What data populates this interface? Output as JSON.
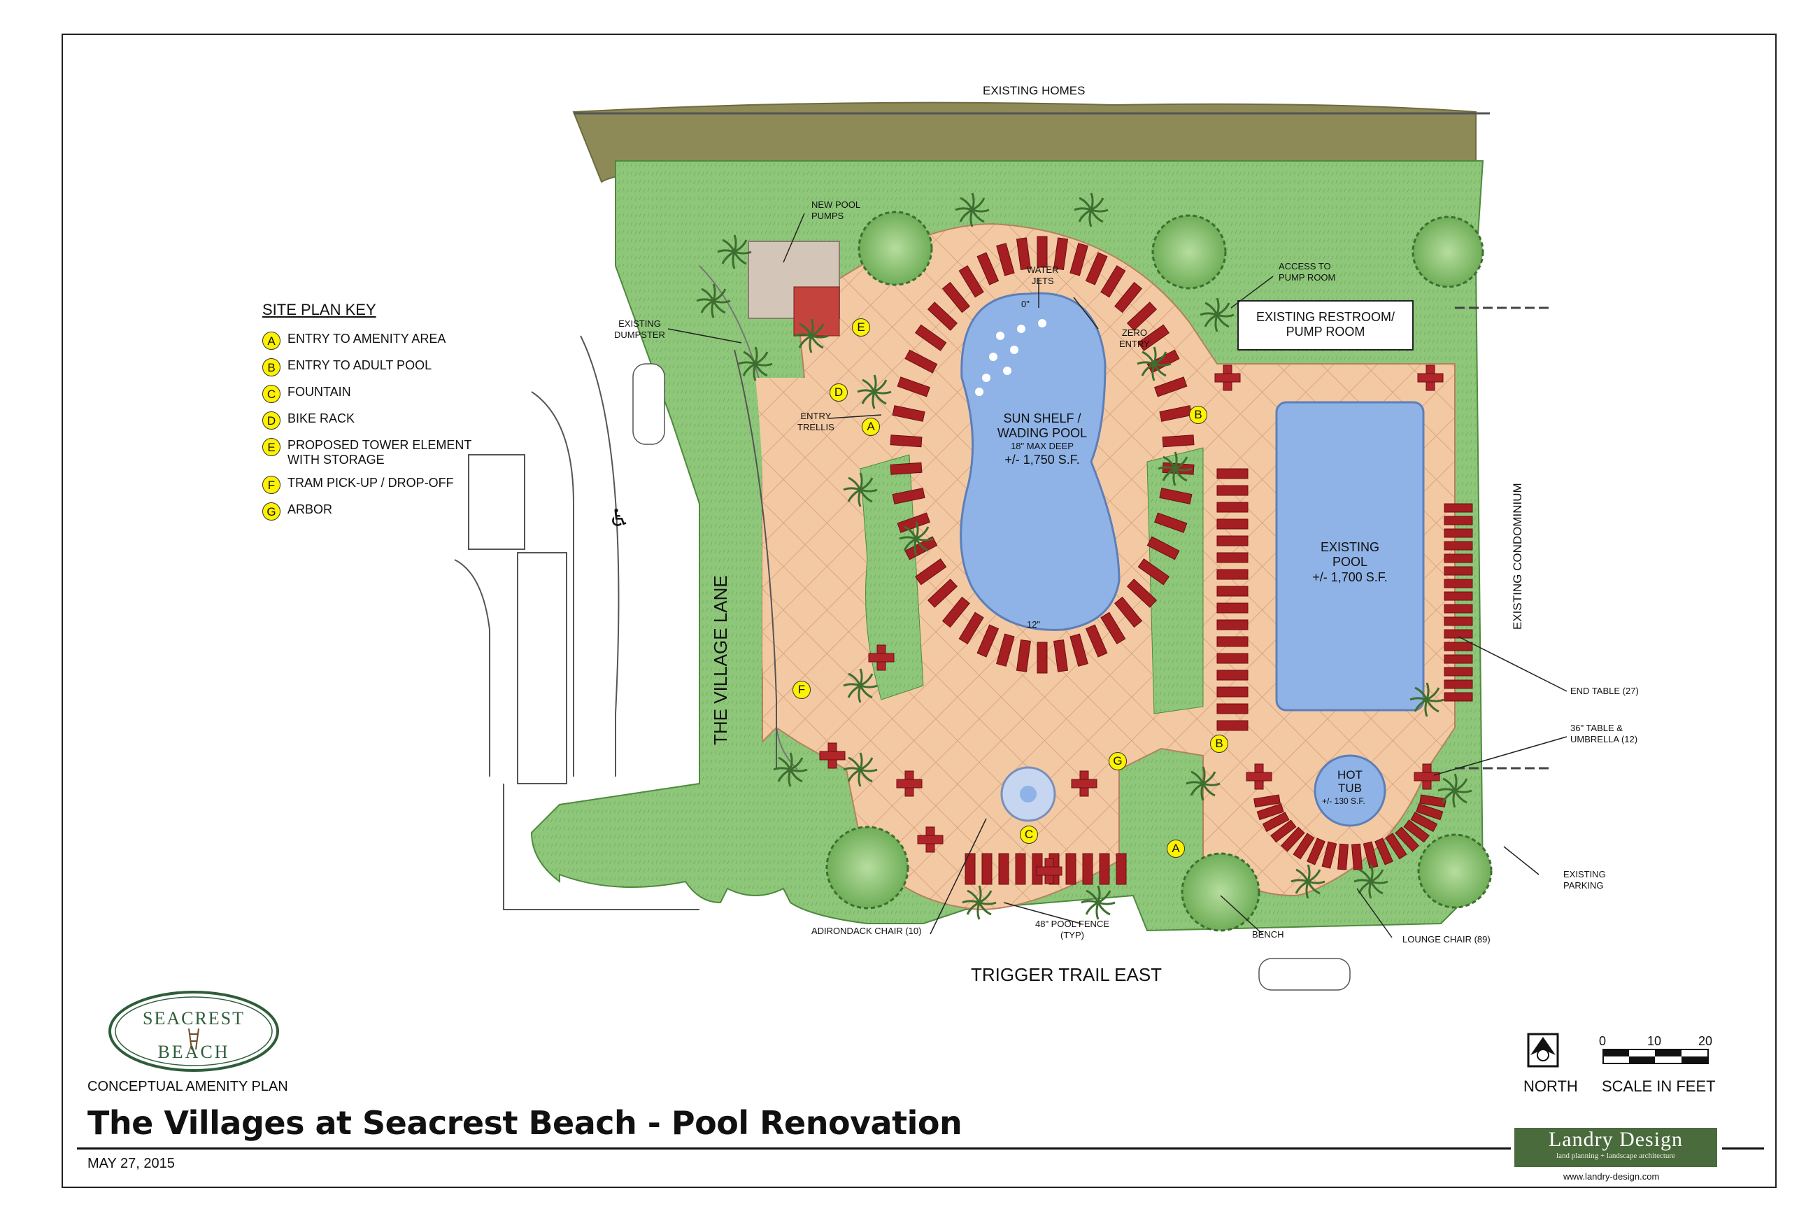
{
  "title": "The Villages at Seacrest Beach - Pool Renovation",
  "subtitle": "CONCEPTUAL AMENITY PLAN",
  "date": "MAY 27, 2015",
  "firm": {
    "name": "Landry Design",
    "tagline": "land planning + landscape architecture",
    "website": "www.landry-design.com"
  },
  "logo": {
    "line1": "SEACREST",
    "line2": "BEACH"
  },
  "site_plan_key": {
    "title": "SITE PLAN KEY",
    "items": [
      {
        "code": "A",
        "label": "ENTRY TO AMENITY AREA"
      },
      {
        "code": "B",
        "label": "ENTRY TO ADULT POOL"
      },
      {
        "code": "C",
        "label": "FOUNTAIN"
      },
      {
        "code": "D",
        "label": "BIKE RACK"
      },
      {
        "code": "E",
        "label": "PROPOSED TOWER ELEMENT\nWITH STORAGE"
      },
      {
        "code": "F",
        "label": "TRAM PICK-UP / DROP-OFF"
      },
      {
        "code": "G",
        "label": "ARBOR"
      }
    ]
  },
  "plan_labels": {
    "existing_homes": "EXISTING HOMES",
    "new_pool_pumps": "NEW POOL\nPUMPS",
    "existing_dumpster": "EXISTING\nDUMPSTER",
    "water_jets": "WATER\nJETS",
    "zero_depth": "0\"",
    "zero_entry": "ZERO\nENTRY",
    "access_pump_room": "ACCESS TO\nPUMP ROOM",
    "restroom": "EXISTING RESTROOM/\nPUMP ROOM",
    "entry_trellis": "ENTRY\nTRELLIS",
    "sun_shelf": "SUN SHELF /\nWADING POOL",
    "max_deep": "18\" MAX DEEP",
    "wading_area": "+/- 1,750 S.F.",
    "depth_12": "12\"",
    "existing_pool": "EXISTING\nPOOL",
    "existing_pool_area": "+/- 1,700 S.F.",
    "existing_condo": "EXISTING CONDOMINIUM",
    "village_lane": "THE VILLAGE LANE",
    "end_table": "END TABLE (27)",
    "table_umbrella": "36\" TABLE &\nUMBRELLA (12)",
    "hot_tub": "HOT\nTUB",
    "hot_tub_area": "+/- 130 S.F.",
    "existing_parking": "EXISTING\nPARKING",
    "adirondack": "ADIRONDACK CHAIR (10)",
    "pool_fence": "48\" POOL FENCE\n(TYP)",
    "bench": "BENCH",
    "lounge": "LOUNGE CHAIR (89)",
    "trigger_trail": "TRIGGER TRAIL EAST"
  },
  "markers": [
    "A",
    "A",
    "B",
    "B",
    "C",
    "D",
    "E",
    "F",
    "G"
  ],
  "north": {
    "label": "NORTH"
  },
  "scale": {
    "label": "SCALE IN FEET",
    "ticks": [
      "0",
      "10",
      "20"
    ]
  },
  "colors": {
    "lawn": "#8ec77a",
    "paving": "#f2c6a2",
    "pool": "#8fb3e6",
    "chair": "#a51e22",
    "hedge": "#8a8a5a",
    "marker": "#fff200",
    "firm_green": "#4a6b3c"
  }
}
